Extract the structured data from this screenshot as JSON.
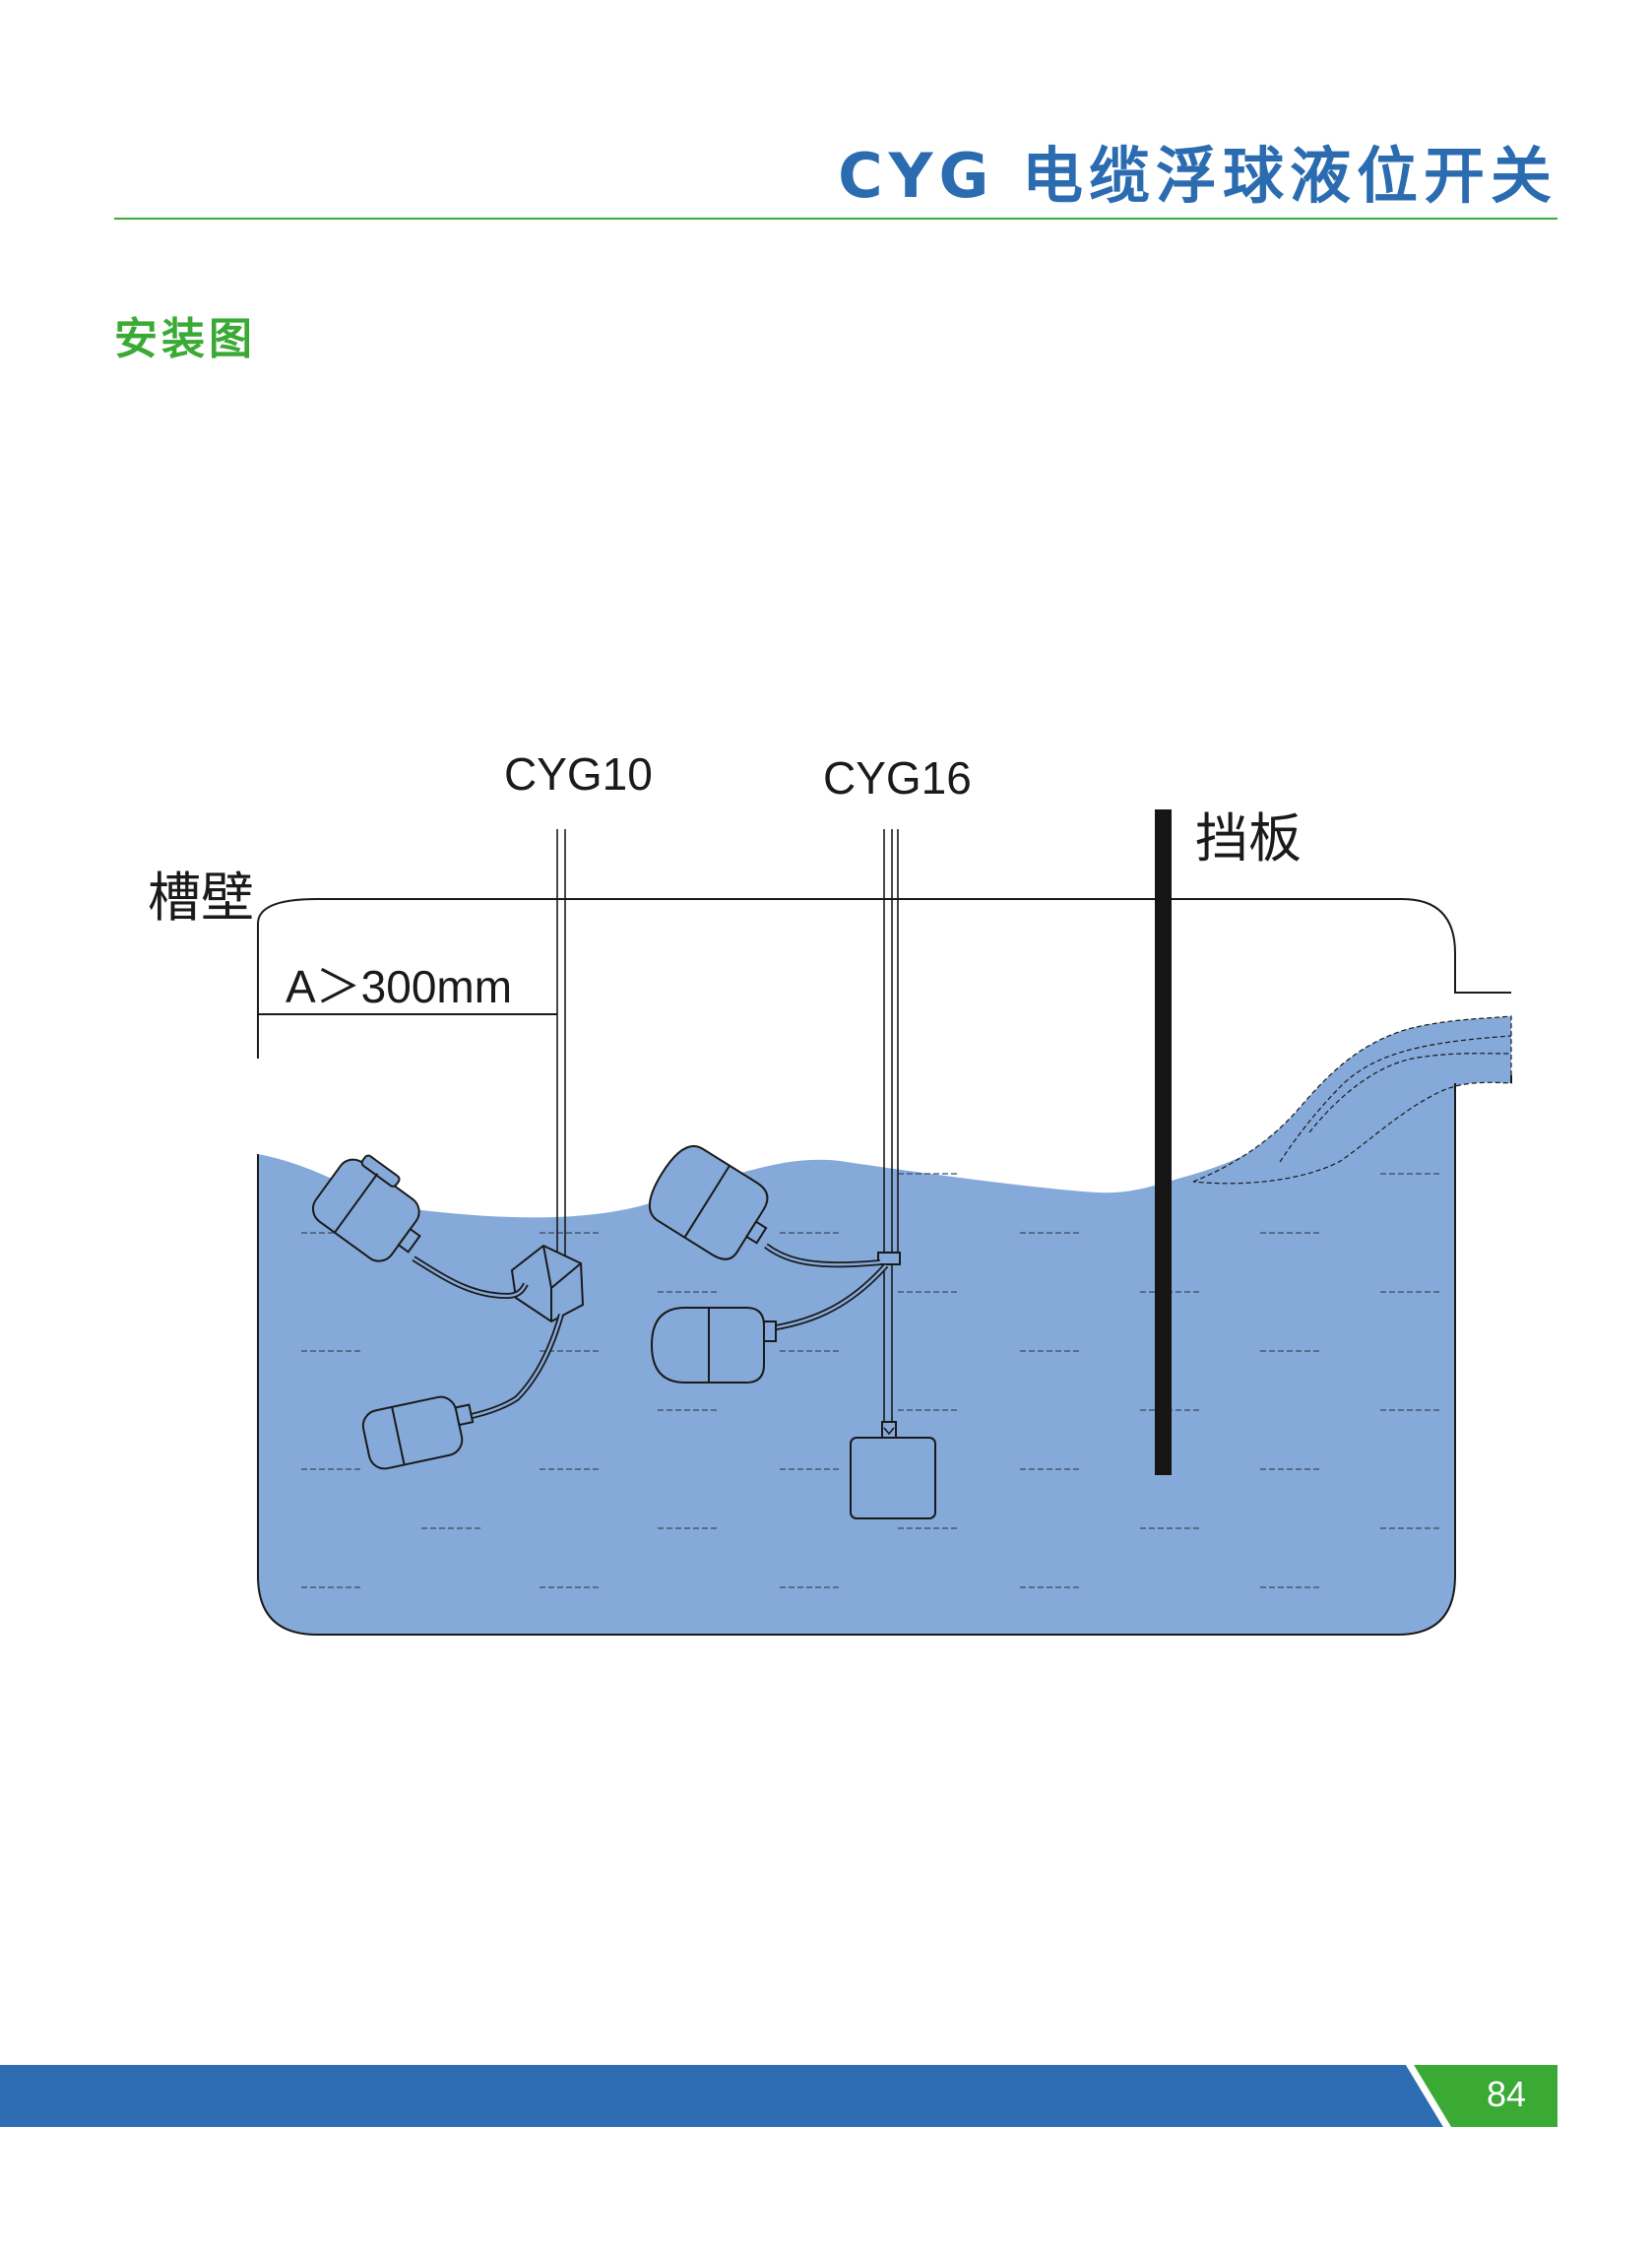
{
  "header": {
    "title": "CYG 电缆浮球液位开关"
  },
  "section": {
    "title": "安装图"
  },
  "diagram": {
    "labels": {
      "cyg10": "CYG10",
      "cyg16": "CYG16",
      "baffle": "挡板",
      "tank_wall": "槽壁",
      "distance": "A＞300mm"
    },
    "colors": {
      "water": "#85a9d8",
      "outline": "#1a1a1a",
      "baffle": "#151515"
    }
  },
  "footer": {
    "page_number": "84",
    "bar_color": "#2f6db3",
    "badge_color": "#3aaa35"
  }
}
